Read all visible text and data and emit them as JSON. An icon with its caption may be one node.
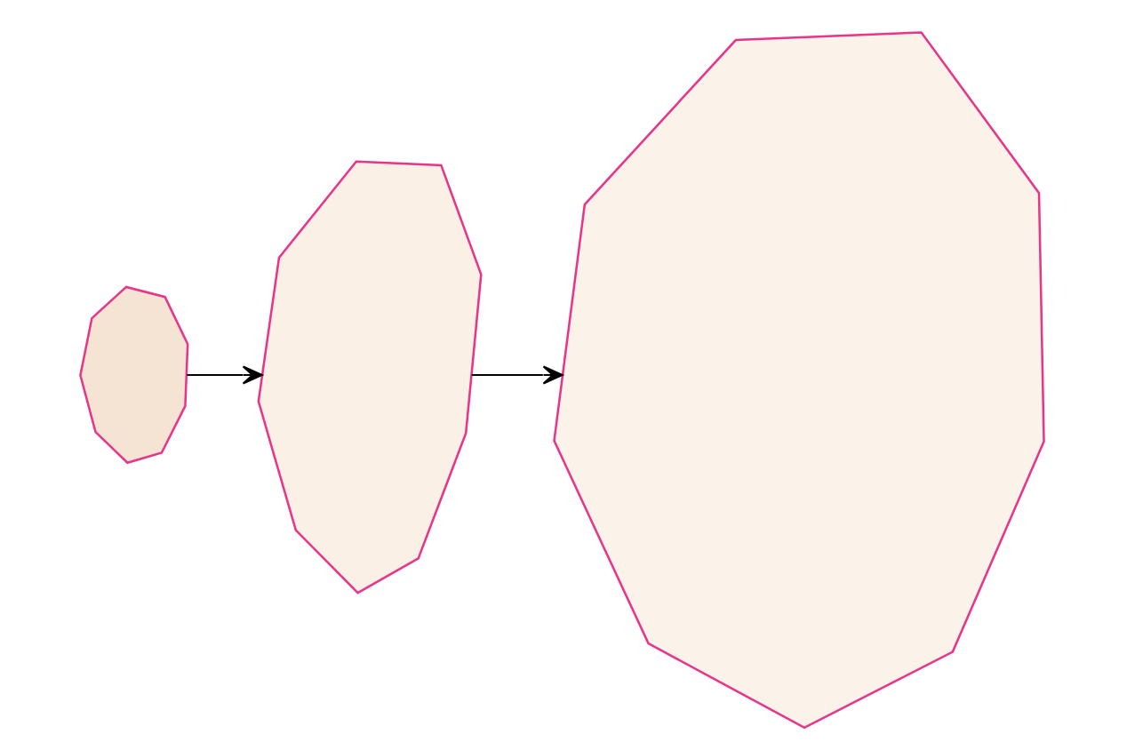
{
  "diagram": {
    "nodes": [
      {
        "text": [],
        "shape": "polygon"
      },
      {
        "text": [],
        "shape": "polygon"
      },
      {
        "text": [],
        "shape": "polygon"
      }
    ],
    "edges": [
      {
        "from": 0,
        "to": 1,
        "arrow": "to"
      },
      {
        "from": 1,
        "to": 2,
        "arrow": "to"
      }
    ]
  }
}
